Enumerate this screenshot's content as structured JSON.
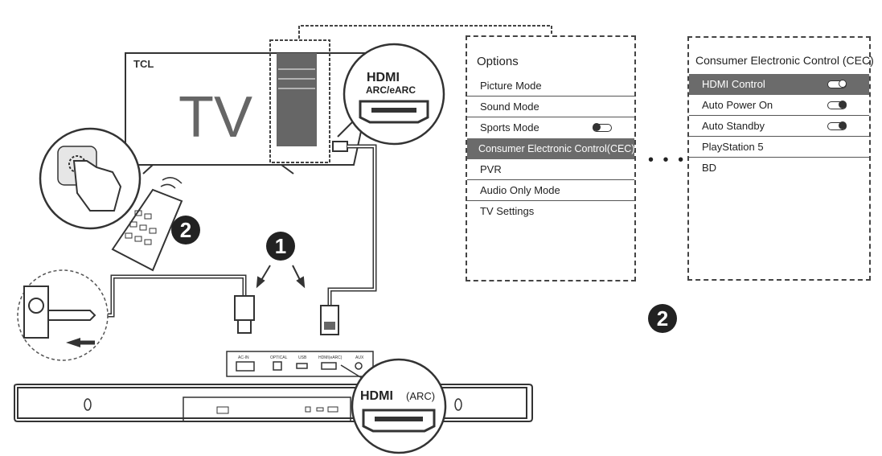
{
  "tv": {
    "brand": "TCL",
    "label": "TV"
  },
  "hdmi_tv": {
    "logo": "HDMI",
    "sub": "ARC/eARC"
  },
  "hdmi_bar": {
    "logo": "HDMI",
    "sub": "(ARC)"
  },
  "steps": {
    "one": "1",
    "two_left": "2",
    "two_right": "2"
  },
  "ports": [
    "AC-IN",
    "OPTICAL",
    "USB",
    "HDMI(eARC)",
    "AUX"
  ],
  "options_menu": {
    "title": "Options",
    "items": [
      {
        "label": "Picture Mode"
      },
      {
        "label": "Sound Mode"
      },
      {
        "label": "Sports Mode",
        "toggle": "off"
      },
      {
        "label": "Consumer Electronic Control(CEC)",
        "selected": true
      },
      {
        "label": "PVR"
      },
      {
        "label": "Audio Only Mode"
      },
      {
        "label": "TV Settings"
      }
    ]
  },
  "separator": "• • •",
  "cec_menu": {
    "title": "Consumer Electronic Control (CEC)",
    "items": [
      {
        "label": "HDMI Control",
        "selected": true,
        "toggle": "on"
      },
      {
        "label": "Auto Power On",
        "toggle": "on"
      },
      {
        "label": "Auto Standby",
        "toggle": "on"
      },
      {
        "label": "PlayStation 5"
      },
      {
        "label": "BD"
      }
    ]
  },
  "colors": {
    "selected_row": "#6b6b6b",
    "line": "#333333"
  }
}
